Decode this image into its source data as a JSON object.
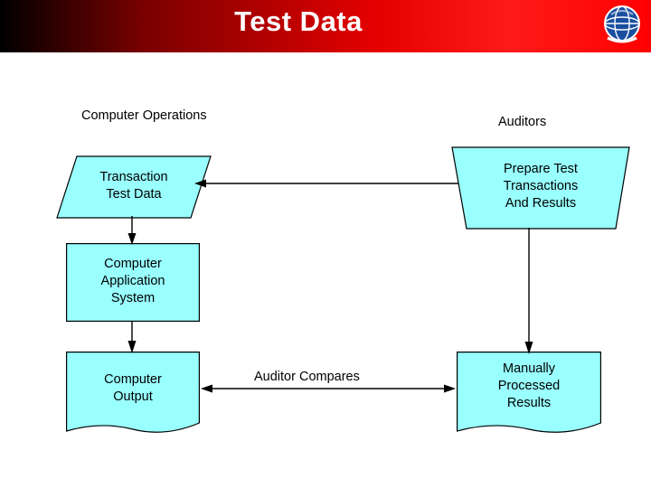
{
  "slide": {
    "title": "Test Data",
    "logo_icon": "globe-logo-icon",
    "title_bar_color_left": "#000000",
    "title_bar_color_right": "#ff0000",
    "shape_fill": "#99ffff",
    "shape_stroke": "#000000",
    "text_color": "#000000"
  },
  "columns": [
    {
      "label": "Computer Operations"
    },
    {
      "label": "Auditors"
    }
  ],
  "nodes": [
    {
      "id": "transaction-test-data",
      "label": "Transaction\nTest Data",
      "shape": "parallelogram"
    },
    {
      "id": "prepare-test-transactions",
      "label": "Prepare Test\nTransactions\nAnd Results",
      "shape": "trapezoid"
    },
    {
      "id": "computer-application-system",
      "label": "Computer\nApplication\nSystem",
      "shape": "rectangle"
    },
    {
      "id": "computer-output",
      "label": "Computer\nOutput",
      "shape": "document"
    },
    {
      "id": "manually-processed-results",
      "label": "Manually\nProcessed\nResults",
      "shape": "document"
    }
  ],
  "connector_labels": [
    {
      "id": "auditor-compares",
      "label": "Auditor Compares"
    }
  ]
}
